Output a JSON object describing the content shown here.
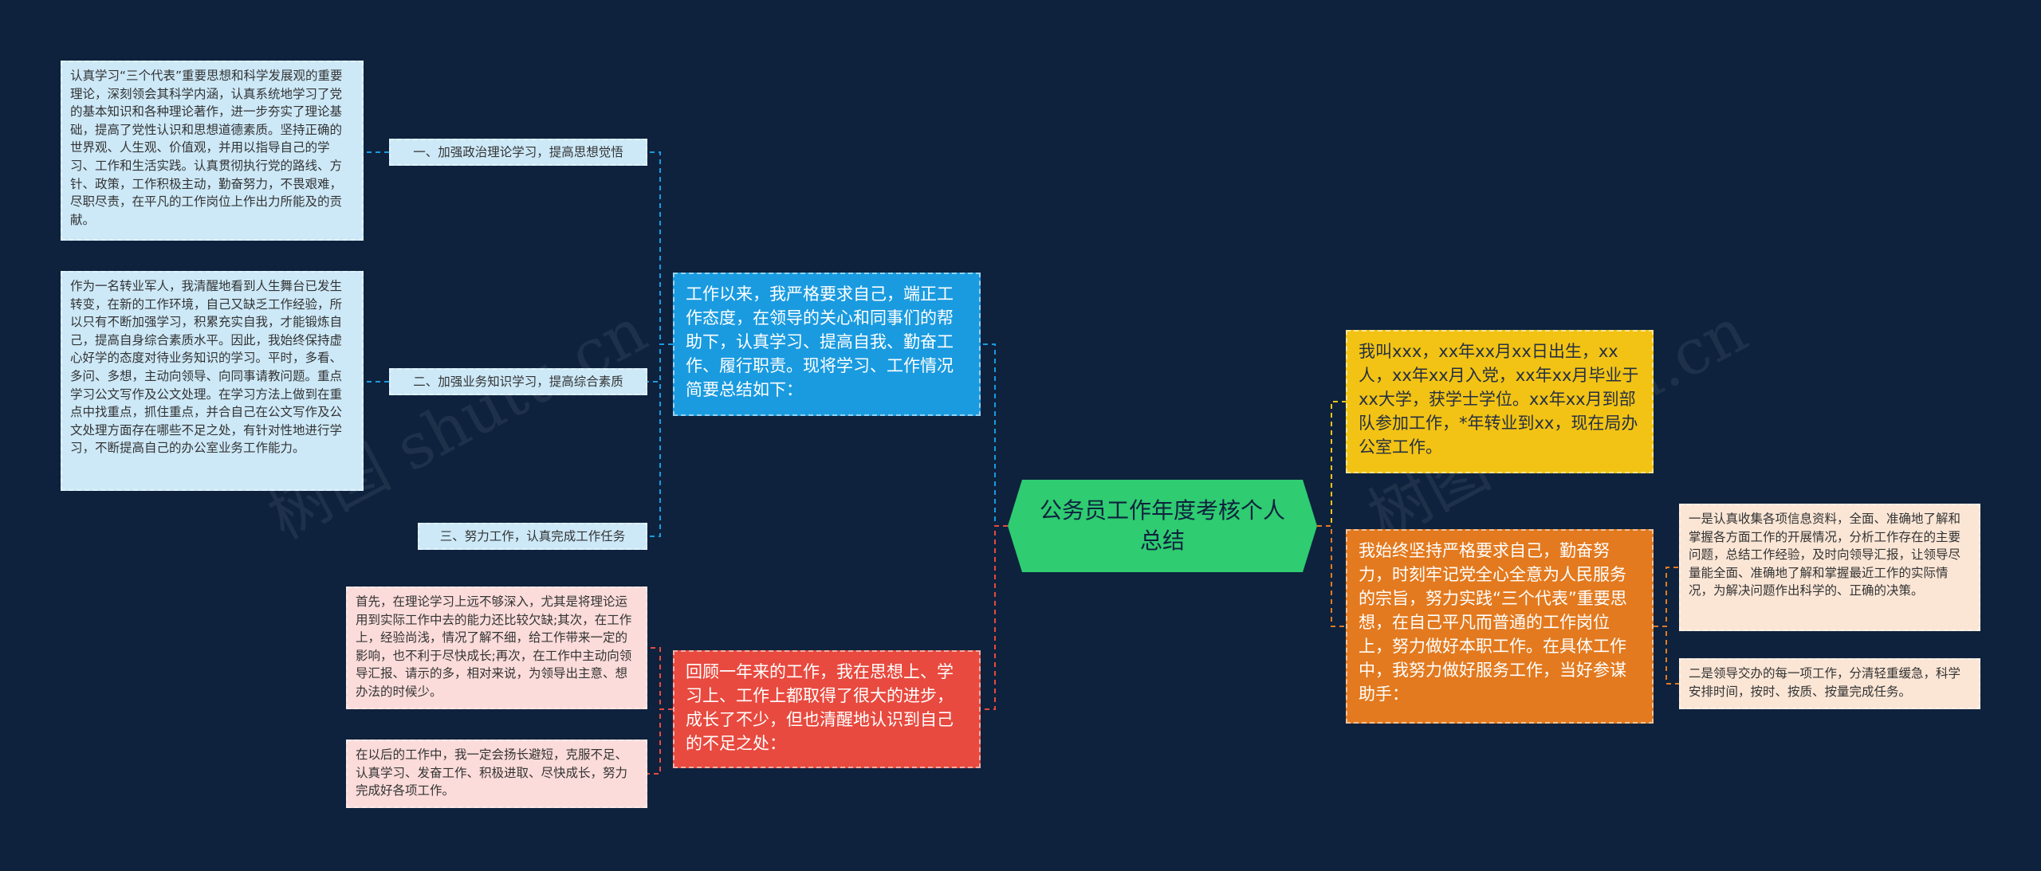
{
  "root": {
    "text": "公务员工作年度考核个人总结",
    "color": "#2fcc71"
  },
  "branches": {
    "blue": {
      "text": "工作以来，我严格要求自己，端正工作态度，在领导的关心和同事们的帮助下，认真学习、提高自我、勤奋工作、履行职责。现将学习、工作情况简要总结如下：",
      "color": "#1a9be0",
      "children": [
        {
          "label": "一、加强政治理论学习，提高思想觉悟",
          "detail": "认真学习“三个代表”重要思想和科学发展观的重要理论，深刻领会其科学内涵，认真系统地学习了党的基本知识和各种理论著作，进一步夯实了理论基础，提高了党性认识和思想道德素质。坚持正确的世界观、人生观、价值观，并用以指导自己的学习、工作和生活实践。认真贯彻执行党的路线、方针、政策，工作积极主动，勤奋努力，不畏艰难，尽职尽责，在平凡的工作岗位上作出力所能及的贡献。"
        },
        {
          "label": "二、加强业务知识学习，提高综合素质",
          "detail": "作为一名转业军人，我清醒地看到人生舞台已发生转变，在新的工作环境，自己又缺乏工作经验，所以只有不断加强学习，积累充实自我，才能锻炼自己，提高自身综合素质水平。因此，我始终保持虚心好学的态度对待业务知识的学习。平时，多看、多问、多想，主动向领导、向同事请教问题。重点学习公文写作及公文处理。在学习方法上做到在重点中找重点，抓住重点，并合自己在公文写作及公文处理方面存在哪些不足之处，有针对性地进行学习，不断提高自己的办公室业务工作能力。"
        },
        {
          "label": "三、努力工作，认真完成工作任务"
        }
      ]
    },
    "red": {
      "text": "回顾一年来的工作，我在思想上、学习上、工作上都取得了很大的进步，成长了不少，但也清醒地认识到自己的不足之处：",
      "color": "#e84a3f",
      "children": [
        {
          "detail": "首先，在理论学习上远不够深入，尤其是将理论运用到实际工作中去的能力还比较欠缺;其次，在工作上，经验尚浅，情况了解不细，给工作带来一定的影响，也不利于尽快成长;再次，在工作中主动向领导汇报、请示的多，相对来说，为领导出主意、想办法的时候少。"
        },
        {
          "detail": "在以后的工作中，我一定会扬长避短，克服不足、认真学习、发奋工作、积极进取、尽快成长，努力完成好各项工作。"
        }
      ]
    },
    "yellow": {
      "text": "我叫xxx，xx年xx月xx日出生，xx人，xx年xx月入党，xx年xx月毕业于xx大学，获学士学位。xx年xx月到部队参加工作，*年转业到xx，现在局办公室工作。",
      "color": "#f2c314"
    },
    "orange": {
      "text": "我始终坚持严格要求自己，勤奋努力，时刻牢记党全心全意为人民服务的宗旨，努力实践“三个代表”重要思想，在自己平凡而普通的工作岗位上，努力做好本职工作。在具体工作中，我努力做好服务工作，当好参谋助手：",
      "color": "#e37a1f",
      "children": [
        {
          "detail": "一是认真收集各项信息资料，全面、准确地了解和掌握各方面工作的开展情况，分析工作存在的主要问题，总结工作经验，及时向领导汇报，让领导尽量能全面、准确地了解和掌握最近工作的实际情况，为解决问题作出科学的、正确的决策。"
        },
        {
          "detail": "二是领导交办的每一项工作，分清轻重缓急，科学安排时间，按时、按质、按量完成任务。"
        }
      ]
    }
  },
  "watermarks": [
    "树图 shutu.cn",
    "树图 shutu.cn"
  ]
}
